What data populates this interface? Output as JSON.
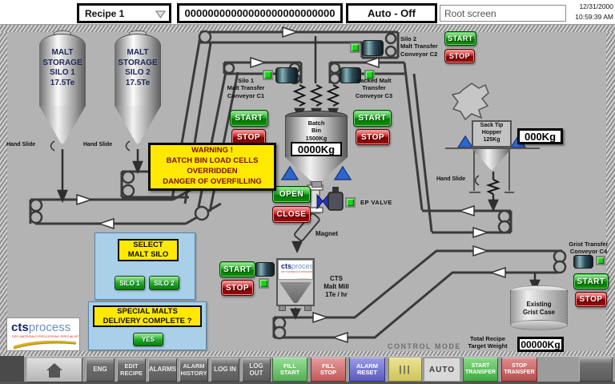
{
  "header": {
    "recipe": "Recipe 1",
    "code": "00000000000000000000000000",
    "mode": "Auto - Off",
    "screen": "Root screen",
    "date": "12/31/2000",
    "time": "10:59:39 AM"
  },
  "silos": {
    "silo1": "MALT\nSTORAGE\nSILO 1\n17.5Te",
    "silo2": "MALT\nSTORAGE\nSILO 2\n17.5Te",
    "hand_slide": "Hand Slide"
  },
  "conveyors": {
    "c1": {
      "label": "Silo 1\nMalt Transfer\nConveyor C1",
      "start": "START",
      "stop": "STOP"
    },
    "c2": {
      "label": "Silo 2\nMalt Transfer\nConveyor C2",
      "start": "START",
      "stop": "STOP"
    },
    "c3": {
      "label": "Sacked Malt\nTransfer\nConveyor C3",
      "start": "START",
      "stop": "STOP"
    },
    "c4": {
      "label": "Grist Transfer\nConveyor C4",
      "start": "START",
      "stop": "STOP"
    }
  },
  "batch_bin": {
    "label": "Batch\nBin\n1500Kg",
    "weight": "0000Kg",
    "open": "OPEN",
    "close": "CLOSE"
  },
  "ep_valve": {
    "label": "EP VALVE"
  },
  "magnet": {
    "label": "Magnet"
  },
  "mill": {
    "label": "CTS\nMalt Mill\n1Te / hr",
    "start": "START",
    "stop": "STOP"
  },
  "sack_hopper": {
    "label": "Sack Tip\nHopper\n125Kg",
    "weight": "000Kg"
  },
  "grist_case": {
    "label": "Existing\nGrist Case"
  },
  "warning": {
    "text": "WARNING !\nBATCH BIN LOAD CELLS\nOVERRIDDEN\nDANGER OF OVERFILLING"
  },
  "silo_select": {
    "title": "SELECT\nMALT SILO",
    "silo1": "SILO 1",
    "silo2": "SILO 2"
  },
  "special_malts": {
    "title": "SPECIAL MALTS\nDELIVERY COMPLETE ?",
    "yes": "YES"
  },
  "totals": {
    "label": "Total Recipe\nTarget Weight",
    "value": "00000Kg"
  },
  "control": {
    "mode_label": "CONTROL MODE",
    "auto": "AUTO",
    "bars": "|||"
  },
  "logo": {
    "cts": "cts",
    "process": "process",
    "tagline": "DRY MATERIALS PROCESSING SPECIALISTS"
  },
  "nav": {
    "eng": "ENG",
    "edit_recipe": "EDIT\nRECIPE",
    "alarms": "ALARMS",
    "alarm_history": "ALARM\nHISTORY",
    "log_in": "LOG IN",
    "log_out": "LOG OUT",
    "fill_start": "FILL\nSTART",
    "fill_stop": "FILL\nSTOP",
    "alarm_reset": "ALARM\nRESET",
    "start_transfer": "START\nTRANSFER",
    "stop_transfer": "STOP\nTRANSFER"
  },
  "colors": {
    "background": "#b3b3b3",
    "start_green": "#1faf1f",
    "stop_red": "#c81616",
    "warning_yellow": "#ffe900",
    "panel_blue": "#a9cfe9",
    "indicator_green": "#17d517",
    "loadcell_blue": "#2f66cc",
    "alarm_reset_blue": "#6161c8"
  }
}
